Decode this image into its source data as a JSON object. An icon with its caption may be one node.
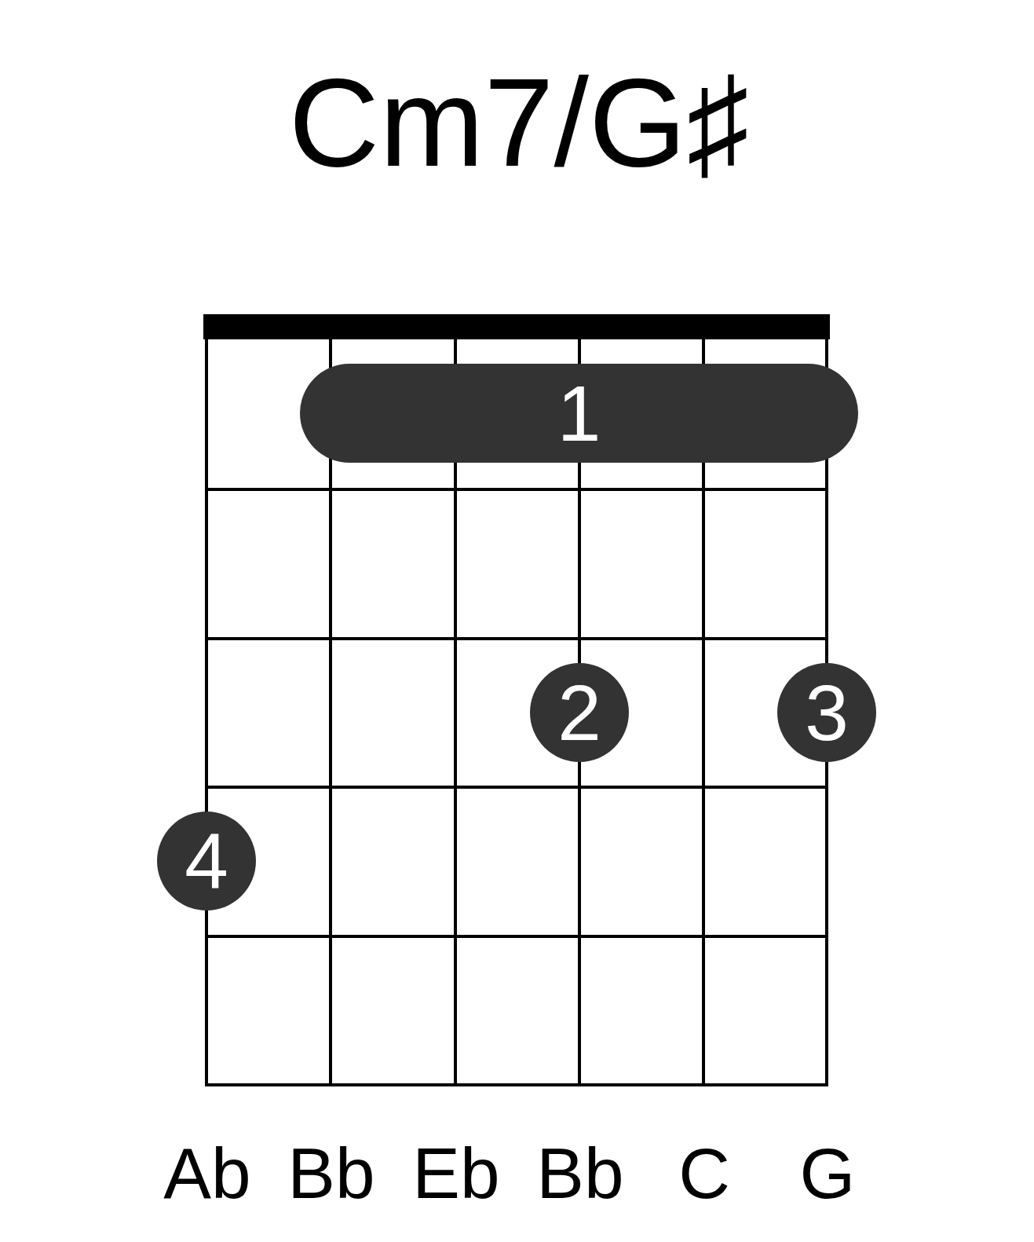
{
  "diagram": {
    "title": "Cm7/G♯",
    "nodes": [
      {
        "text": [
          "1"
        ]
      },
      {
        "text": [
          "2"
        ]
      },
      {
        "text": [
          "3"
        ]
      },
      {
        "text": [
          "4"
        ]
      }
    ],
    "labels": [
      "Ab",
      "Bb",
      "Eb",
      "Bb",
      "C",
      "G"
    ]
  }
}
